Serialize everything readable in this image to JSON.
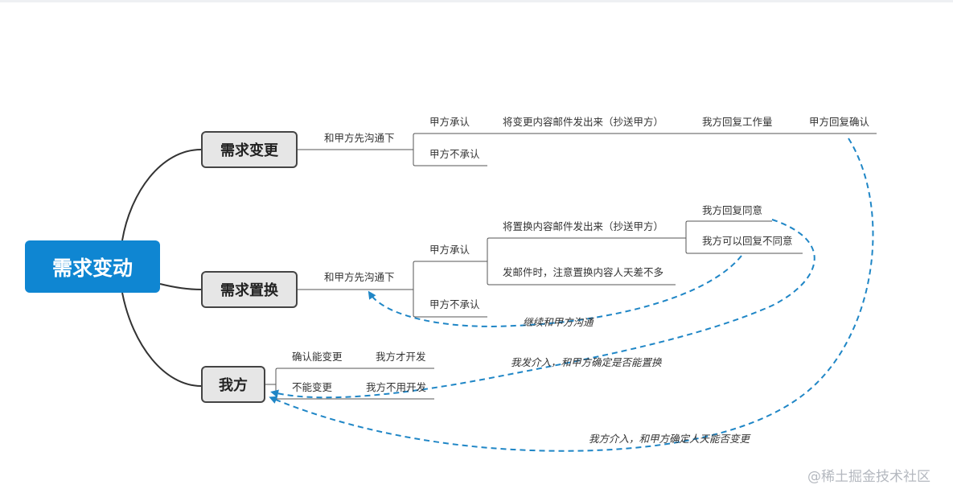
{
  "root": {
    "label": "需求变动"
  },
  "topics": {
    "change": {
      "label": "需求变更"
    },
    "replace": {
      "label": "需求置换"
    },
    "us": {
      "label": "我方"
    }
  },
  "change": {
    "negotiate": "和甲方先沟通下",
    "accept": "甲方承认",
    "reject": "甲方不承认",
    "send_email": "将变更内容邮件发出来（抄送甲方）",
    "reply_workload": "我方回复工作量",
    "client_confirm": "甲方回复确认"
  },
  "replace": {
    "negotiate": "和甲方先沟通下",
    "accept": "甲方承认",
    "reject": "甲方不承认",
    "send_email": "将置换内容邮件发出来（抄送甲方）",
    "email_note": "发邮件时，注意置换内容人天差不多",
    "reply_agree": "我方回复同意",
    "reply_disagree": "我方可以回复不同意"
  },
  "us": {
    "can_change": "确认能变更",
    "then_develop": "我方才开发",
    "cannot_change": "不能变更",
    "no_develop": "我方不用开发"
  },
  "notes": {
    "continue_talk": "继续和甲方沟通",
    "intervene_replace": "我发介入，和甲方确定是否能置换",
    "intervene_change": "我方介入，和甲方确定人天能否变更"
  },
  "watermark": "@稀土掘金技术社区",
  "colors": {
    "root": "#0f86d2",
    "topic_fill": "#e6e6e6",
    "relation": "#1f86c6"
  }
}
